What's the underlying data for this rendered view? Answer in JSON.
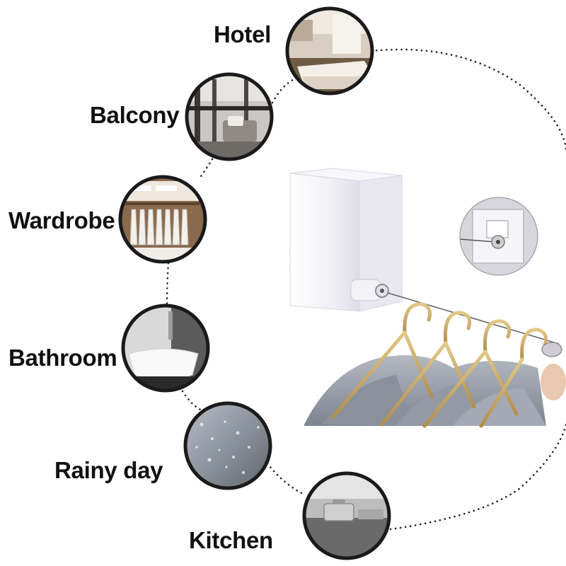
{
  "scenes": [
    {
      "label": "Hotel",
      "icon": "hotel-room-photo"
    },
    {
      "label": "Balcony",
      "icon": "balcony-photo"
    },
    {
      "label": "Wardrobe",
      "icon": "wardrobe-photo"
    },
    {
      "label": "Bathroom",
      "icon": "bathroom-photo"
    },
    {
      "label": "Rainy day",
      "icon": "rain-glass-photo"
    },
    {
      "label": "Kitchen",
      "icon": "kitchen-photo"
    }
  ],
  "product": {
    "icon": "retractable-clothesline-box"
  },
  "colors": {
    "ring": "#1a1a1a",
    "dots": "#222222",
    "box": "#f2f1f7",
    "hanger_gold": "#c9a663",
    "shirt_grey": "#9aa0ab"
  }
}
